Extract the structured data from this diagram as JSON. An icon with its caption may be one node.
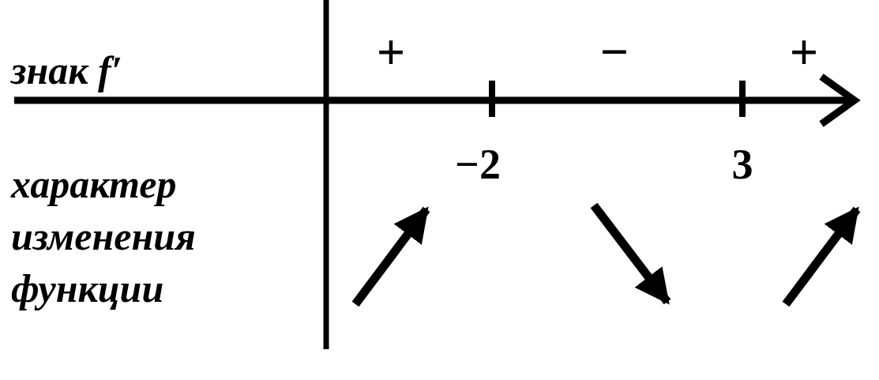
{
  "diagram": {
    "labels": [
      "знак f′",
      "+",
      "−",
      "+",
      "−2",
      "3",
      "характер изменения функции"
    ]
  }
}
